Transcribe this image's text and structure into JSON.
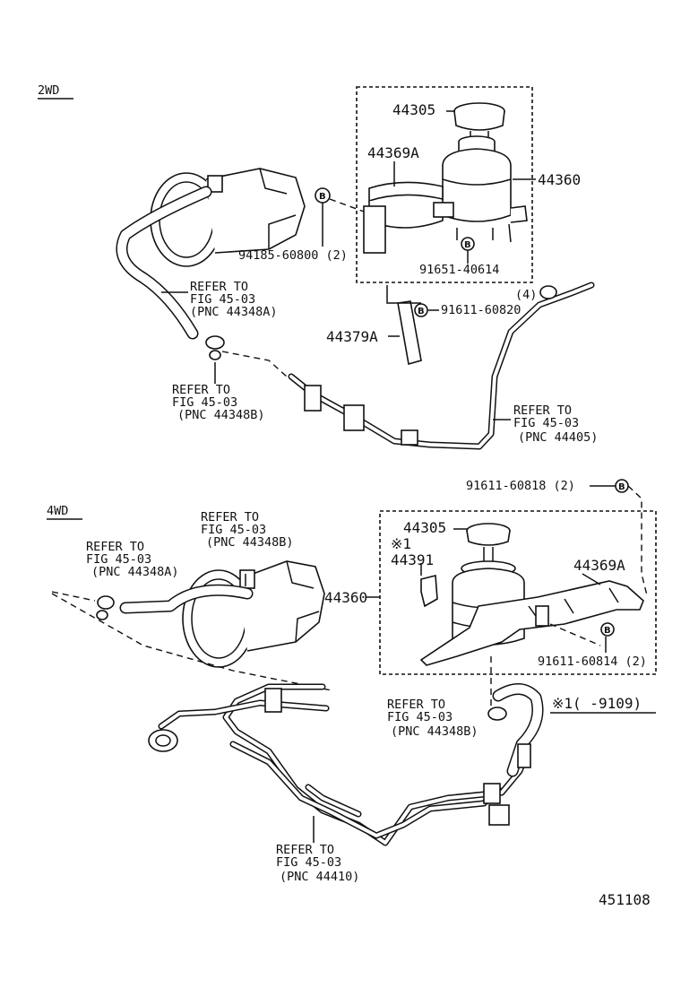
{
  "sections": {
    "top": "2WD",
    "bottom": "4WD"
  },
  "labels_2wd": {
    "cap": "44305",
    "bracket": "44369A",
    "reservoir": "44360",
    "bolt_b": "B",
    "bolt_left": "94185-60800 (2)",
    "nut": "91651-40614",
    "qty4": "(4)",
    "bolt_right": "91611-60820",
    "stay": "44379A",
    "refer_a_1": "REFER TO",
    "refer_a_2": "FIG 45-03",
    "refer_a_3": "(PNC 44348A)",
    "refer_b_1": "REFER TO",
    "refer_b_2": "FIG 45-03",
    "refer_b_3": "(PNC 44348B)",
    "refer_c_1": "REFER TO",
    "refer_c_2": "FIG 45-03",
    "refer_c_3": "(PNC 44405)"
  },
  "labels_4wd": {
    "bolt_top": "91611-60818 (2)",
    "cap": "44305",
    "note_mark": "※1",
    "clamp": "44391",
    "bracket": "44369A",
    "reservoir": "44360",
    "bolt_bottom": "91611-60814 (2)",
    "note_legend": "※1(   -9109)",
    "refer_a_1": "REFER TO",
    "refer_a_2": "FIG 45-03",
    "refer_a_3": "(PNC 44348A)",
    "refer_b_1": "REFER TO",
    "refer_b_2": "FIG 45-03",
    "refer_b_3": "(PNC 44348B)",
    "refer_c_1": "REFER TO",
    "refer_c_2": "FIG 45-03",
    "refer_c_3": "(PNC 44348B)",
    "refer_d_1": "REFER TO",
    "refer_d_2": "FIG 45-03",
    "refer_d_3": "(PNC 44410)"
  },
  "figure_number": "451108"
}
